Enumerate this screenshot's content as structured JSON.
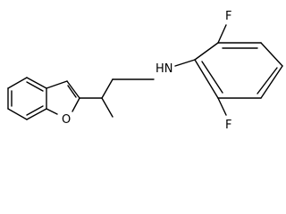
{
  "molecule": {
    "atom_labels": {
      "nitrogen": "HN",
      "oxygen": "O",
      "fluorine_top": "F",
      "fluorine_bottom": "F"
    },
    "colors": {
      "bond": "#000000",
      "label": "#000000",
      "background": "#ffffff"
    }
  }
}
